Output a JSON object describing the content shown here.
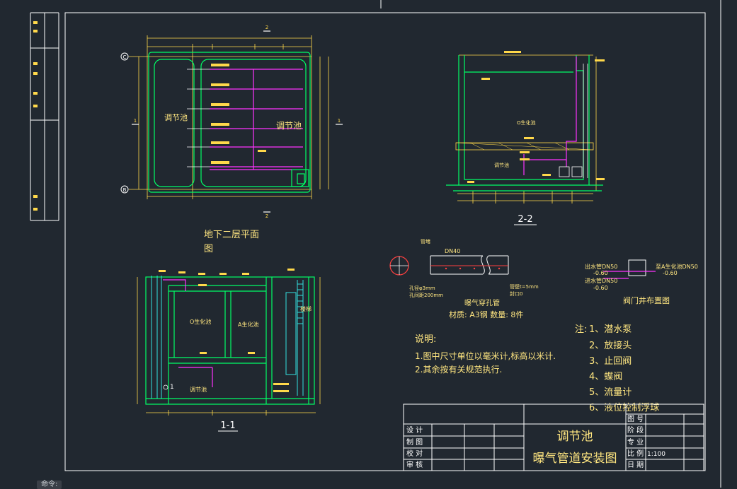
{
  "colors": {
    "background": "#212830",
    "frame": "#ffffff",
    "wall": "#00ff66",
    "dimension": "#ffd84a",
    "pipe": "#ff33ff",
    "cyan": "#33e0e0",
    "text": "#ffe680",
    "water": "#ffffff",
    "red": "#ff4040"
  },
  "plan": {
    "title_line1": "地下二层平面",
    "title_line2": "图",
    "left_label": "调节池",
    "right_label": "调节池",
    "grid_top": "C",
    "grid_bottom": "B",
    "section_top": "2",
    "section_bottom": "2",
    "section_left": "1",
    "section_right": "1"
  },
  "section22": {
    "label": "2-2",
    "tank_label": "O生化池",
    "pump_label": "调节池"
  },
  "section11": {
    "label": "1-1",
    "label_o": "O生化池",
    "label_a": "A生化池",
    "label_adj": "调节池",
    "stair_label": "楼梯",
    "callout": "1"
  },
  "aeration_pipe": {
    "pipe_size": "DN40",
    "caption": "曝气穿孔管",
    "material": "材质: A3钢 数量: 8件",
    "note_left1": "孔径φ3mm",
    "note_left2": "孔间距200mm",
    "note_right1": "管壁t=5mm",
    "note_right2": "封口0",
    "end_label": "管堵"
  },
  "valve_well": {
    "caption": "阀门井布置图",
    "row1_left": "出水管DN50",
    "row1_left_elev": "-0.60",
    "row2_left": "进水管DN50",
    "row2_left_elev": "-0.60",
    "row1_right": "至A生化池DN50",
    "row1_right_elev": "-0.60"
  },
  "notes": {
    "heading": "说明:",
    "items": [
      "1.图中尺寸单位以毫米计,标高以米计.",
      "2.其余按有关规范执行."
    ]
  },
  "legend": {
    "heading": "注:",
    "items": [
      "1、潜水泵",
      "2、放接头",
      "3、止回阀",
      "4、蝶阀",
      "5、流量计",
      "6、液位控制浮球"
    ]
  },
  "title_block": {
    "title1": "调节池",
    "title2": "曝气管道安装图",
    "left_labels": [
      "设  计",
      "制  图",
      "校  对",
      "审  核"
    ],
    "right_labels": [
      "图 号",
      "阶 段",
      "专 业",
      "比 例",
      "日 期"
    ],
    "scale": "1:100"
  },
  "command_prompt": "命令:"
}
